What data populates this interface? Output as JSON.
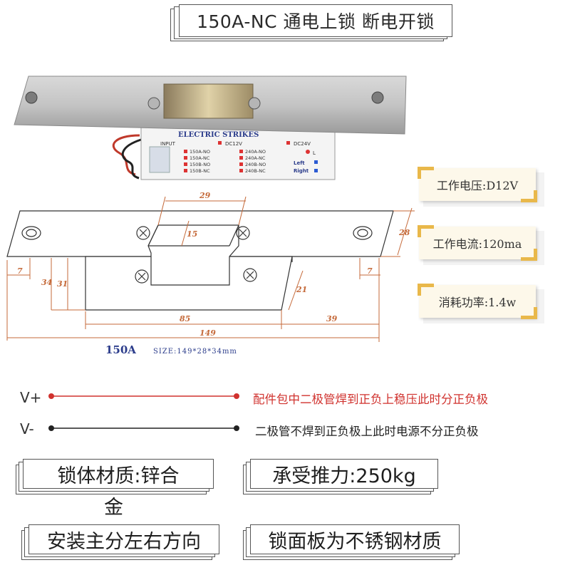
{
  "title": "150A-NC 通电上锁  断电开锁",
  "product_label": {
    "brand": "ELECTRIC STRIKES",
    "input": "INPUT",
    "dc12": "DC12V",
    "dc24": "DC24V",
    "models_left": [
      "150A-NO",
      "150A-NC",
      "150B-NO",
      "150B-NC"
    ],
    "models_right": [
      "240A-NO",
      "240A-NC",
      "240B-NO",
      "240B-NC"
    ],
    "L": "L",
    "left": "Left",
    "right": "Right"
  },
  "specs": [
    {
      "label": "工作电压:D12V"
    },
    {
      "label": "工作电流:120ma"
    },
    {
      "label": "消耗功率:1.4w"
    }
  ],
  "drawing": {
    "dims": {
      "top_width": "29",
      "slot": "15",
      "side": "28",
      "left_edge": "7",
      "right_edge": "7",
      "h34": "34",
      "h31": "31",
      "h21": "21",
      "body": "85",
      "right_len": "39",
      "total": "149"
    },
    "model": "150A",
    "size": "SIZE:149*28*34mm"
  },
  "wires": [
    {
      "label": "V+",
      "color": "#d0322e",
      "note": "配件包中二极管焊到正负上稳压此时分正负极",
      "note_color": "#d0322e"
    },
    {
      "label": "V-",
      "color": "#222222",
      "note": "二极管不焊到正负极上此时电源不分正负极",
      "note_color": "#222222"
    }
  ],
  "features": [
    {
      "text": "锁体材质:锌合",
      "wrap": "金"
    },
    {
      "text": "承受推力:250kg"
    },
    {
      "text": "安装主分左右方向"
    },
    {
      "text": "锁面板为不锈钢材质"
    }
  ]
}
